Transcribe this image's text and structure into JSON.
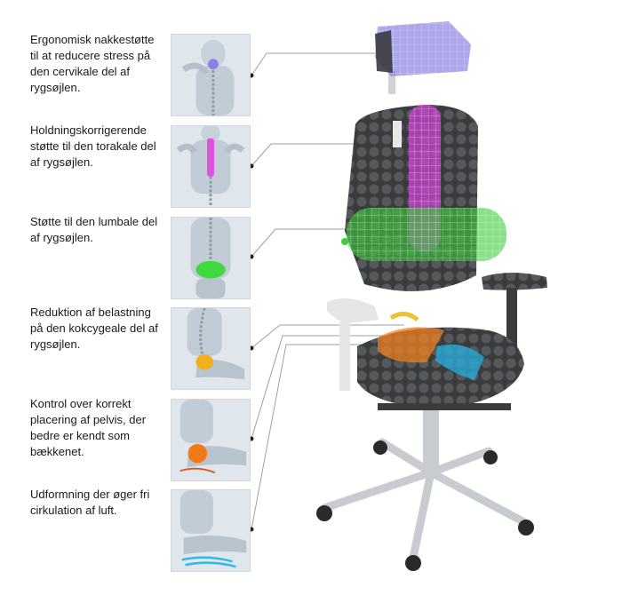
{
  "features": [
    {
      "id": "neck",
      "text": "Ergonomisk nakkestøtte til at reducere stress på den cervikale del af rygsøjlen.",
      "highlight": "#8a7fe6"
    },
    {
      "id": "thoracic",
      "text": "Holdningskorrigerende støtte til den torakale del af rygsøjlen.",
      "highlight": "#e04fe0"
    },
    {
      "id": "lumbar",
      "text": "Støtte til den lumbale del af rygsøjlen.",
      "highlight": "#3fd83f"
    },
    {
      "id": "coccyx",
      "text": "Reduktion af belastning på den kokcygeale del af rygsøjlen.",
      "highlight": "#f0b020"
    },
    {
      "id": "pelvis",
      "text": "Kontrol over korrekt placering af pelvis, der bedre er kendt som bækkenet.",
      "highlight": "#f07a1a"
    },
    {
      "id": "air",
      "text": "Udformning der øger fri cirkulation af luft.",
      "highlight": "#33b8e8"
    }
  ],
  "colors": {
    "chair_shell": "#3a3b3d",
    "chair_shell_light": "#56585b",
    "neck_mesh": "#6a5fe0",
    "back_tube": "#d040d8",
    "lumbar_roll": "#39d139",
    "seat_warm": "#f08020",
    "seat_cool": "#28b0e0",
    "metal": "#c8ccd0"
  }
}
